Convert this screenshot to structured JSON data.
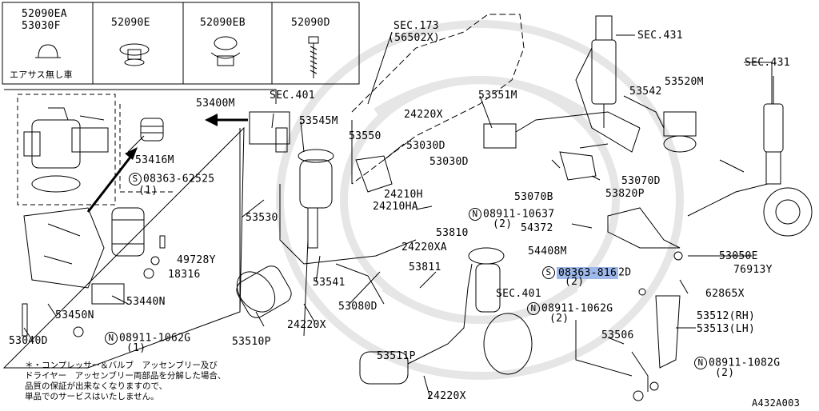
{
  "header_box": {
    "parts": [
      {
        "num": "52090EA",
        "num2": "53030F",
        "note": "エアサス無し車"
      },
      {
        "num": "52090E"
      },
      {
        "num": "52090EB"
      },
      {
        "num": "52090D"
      }
    ]
  },
  "labels": {
    "sec173": "SEC.173",
    "sec173_sub": "(56502X)",
    "sec431_a": "SEC.431",
    "sec431_b": "SEC.431",
    "sec401_a": "SEC.401",
    "sec401_b": "SEC.401",
    "p53400m": "53400M",
    "p53545m": "53545M",
    "p53550": "53550",
    "p53551m": "53551M",
    "p24220x_a": "24220X",
    "p53030d_a": "53030D",
    "p53030d_b": "53030D",
    "p53542": "53542",
    "p53520m": "53520M",
    "p53416m": "53416M",
    "p08363_62525": "08363-62525",
    "p08363_62525_q": "(1)",
    "p24210h": "24210H",
    "p24210ha": "24210HA",
    "p53530": "53530",
    "p53810": "53810",
    "p24220xa": "24220XA",
    "p53070b": "53070B",
    "p53820p": "53820P",
    "p53070d": "53070D",
    "p08911_10637": "08911-10637",
    "p08911_10637_q": "(2)",
    "p54372": "54372",
    "p54408m": "54408M",
    "p53050e": "53050E",
    "p49728y": "49728Y",
    "p18316": "18316",
    "p53541": "53541",
    "p53811": "53811",
    "p08363_8162d_hl": "08363-816",
    "p08363_8162d_rest": "2D",
    "p08363_8162d_q": "(2)",
    "p76913y": "76913Y",
    "p62865x": "62865X",
    "p53440n": "53440N",
    "p53450n": "53450N",
    "p53080d": "53080D",
    "p08911_1062g_a": "08911-1062G",
    "p08911_1062g_a_q": "(2)",
    "p53512": "53512(RH)",
    "p53513": "53513(LH)",
    "p24220x_b": "24220X",
    "p53040d": "53040D",
    "p08911_1062g_b": "08911-1062G",
    "p08911_1062g_b_q": "(1)",
    "p53510p": "53510P",
    "p53511p": "53511P",
    "p53506": "53506",
    "p08911_1082g": "08911-1082G",
    "p08911_1082g_q": "(2)",
    "p24220x_c": "24220X",
    "code": "A432A003"
  },
  "circle_letters": {
    "s": "S",
    "n": "N"
  },
  "footnote": [
    "＊・コンプレッサー＆バルブ　アッセンブリー及び",
    "ドライヤー　アッセンブリー両部品を分解した場合、",
    "品質の保証が出来なくなりますので、",
    "単品でのサービスはいたしません。"
  ],
  "colors": {
    "highlight": "#9db8ea",
    "line": "#000000",
    "watermark": "#e6e6e6"
  }
}
